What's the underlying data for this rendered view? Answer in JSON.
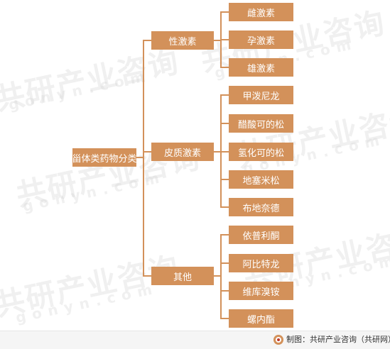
{
  "root": {
    "label": "甾体类药物分类"
  },
  "categories": [
    {
      "label": "性激素",
      "items": [
        "雌激素",
        "孕激素",
        "雄激素"
      ]
    },
    {
      "label": "皮质激素",
      "items": [
        "甲泼尼龙",
        "醋酸可的松",
        "氢化可的松",
        "地塞米松",
        "布地奈德"
      ]
    },
    {
      "label": "其他",
      "items": [
        "依普利酮",
        "阿比特龙",
        "维库溴铵",
        "螺内酯"
      ]
    }
  ],
  "watermark": {
    "cn": "共研产业咨询",
    "en": "www.gonyn.com"
  },
  "footer": {
    "credit": "制图：共研产业咨询（共研网）"
  },
  "colors": {
    "box": "#d3915a",
    "line": "#d3915a",
    "text": "#ffffff",
    "footer_bg": "#f5f5f5"
  }
}
